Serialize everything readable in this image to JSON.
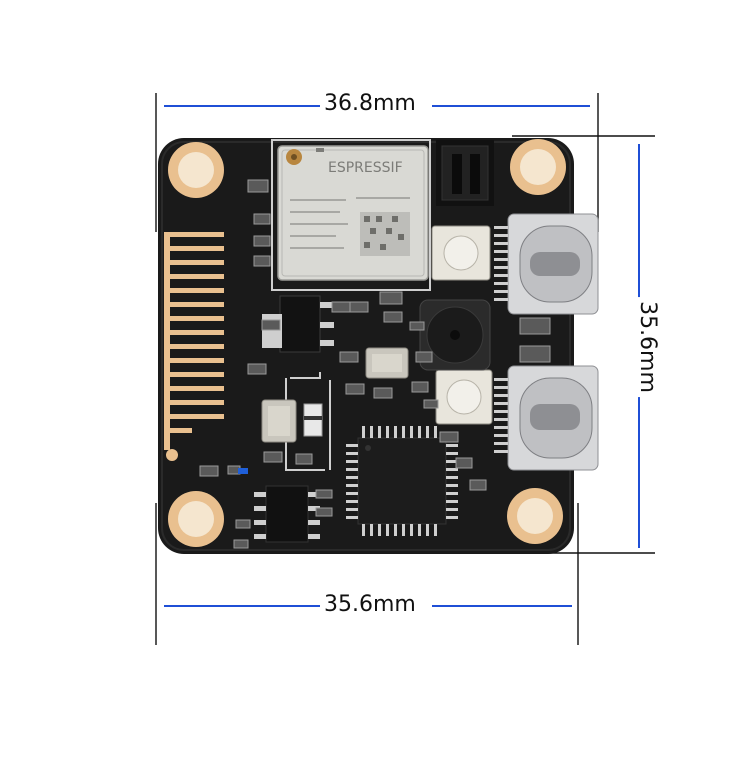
{
  "dimensions": {
    "top_width": "36.8mm",
    "bottom_width": "35.6mm",
    "right_height": "35.6mm"
  },
  "module_marking": "ESPRESSIF",
  "colors": {
    "board": "#1a1a1a",
    "pad_gold": "#e9c08f",
    "pad_hole": "#f5e6cf",
    "dimension_line": "#1f4fd6",
    "extension_line": "#111111",
    "shield": "#d9d9d4",
    "usb_metal": "#d7d8da"
  }
}
